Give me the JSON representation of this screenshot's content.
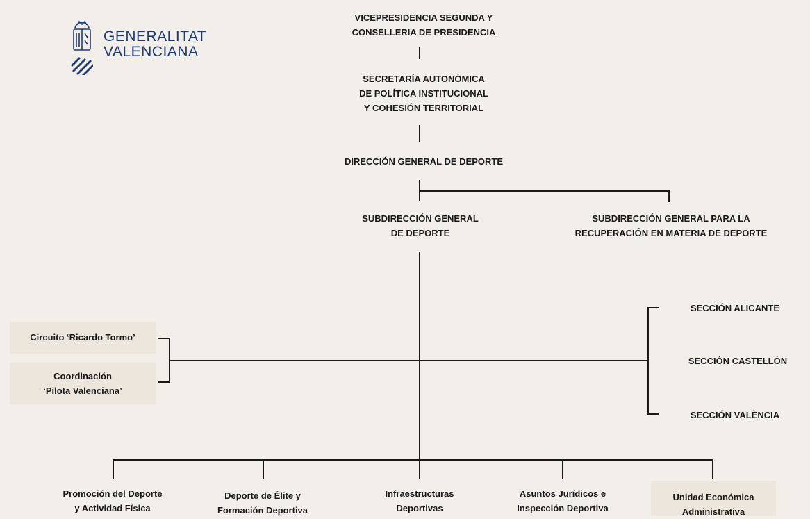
{
  "logo": {
    "line1": "GENERALITAT",
    "line2": "VALENCIANA",
    "color": "#1f3c78"
  },
  "nodes": {
    "vicepresidencia": {
      "line1": "VICEPRESIDENCIA SEGUNDA Y",
      "line2": "CONSELLERIA DE PRESIDENCIA"
    },
    "secretaria": {
      "line1": "SECRETARÍA AUTONÓMICA",
      "line2": "DE POLÍTICA INSTITUCIONAL",
      "line3": "Y COHESIÓN TERRITORIAL"
    },
    "direccion": {
      "line1": "DIRECCIÓN GENERAL DE DEPORTE"
    },
    "subdir_deporte": {
      "line1": "SUBDIRECCIÓN GENERAL",
      "line2": "DE DEPORTE"
    },
    "subdir_recuperacion": {
      "line1": "SUBDIRECCIÓN GENERAL PARA LA",
      "line2": "RECUPERACIÓN EN MATERIA DE DEPORTE"
    },
    "seccion_alicante": {
      "line1": "SECCIÓN ALICANTE"
    },
    "seccion_castellon": {
      "line1": "SECCIÓN CASTELLÓN"
    },
    "seccion_valencia": {
      "line1": "SECCIÓN VALÈNCIA"
    },
    "circuito": {
      "line1": "Circuito ‘Ricardo Tormo’"
    },
    "coordinacion": {
      "line1": "Coordinación",
      "line2": "‘Pilota Valenciana’"
    },
    "promocion": {
      "line1": "Promoción del Deporte",
      "line2": "y Actividad Física"
    },
    "elite": {
      "line1": "Deporte de Élite y",
      "line2": "Formación Deportiva"
    },
    "infraestructuras": {
      "line1": "Infraestructuras",
      "line2": "Deportivas"
    },
    "asuntos": {
      "line1": "Asuntos Jurídicos e",
      "line2": "Inspección Deportiva"
    },
    "unidad": {
      "line1": "Unidad Económica",
      "line2": "Administrativa"
    }
  }
}
